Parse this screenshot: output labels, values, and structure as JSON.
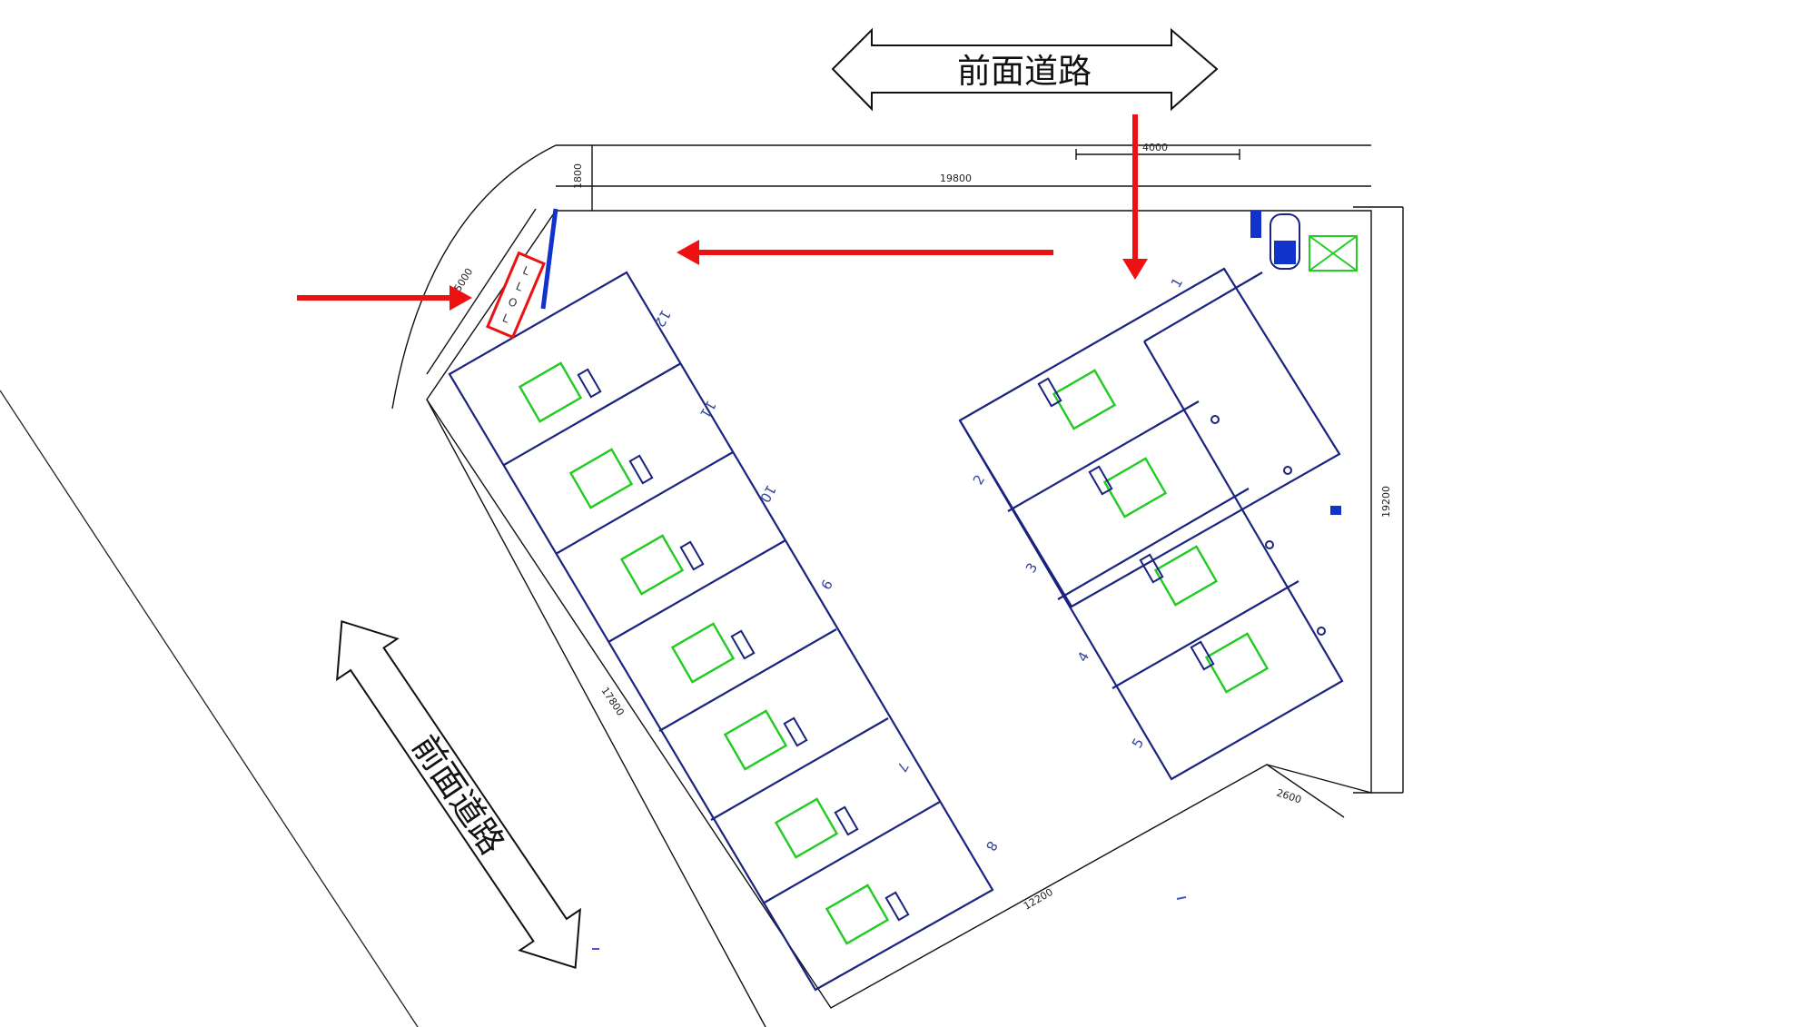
{
  "roads": {
    "top_label": "前面道路",
    "left_label": "前面道路"
  },
  "dimensions": {
    "top_width": "19800",
    "top_offset": "1800",
    "top_entrance": "4000",
    "corner_chamfer": "5000",
    "right_height": "19200",
    "left_side": "17800",
    "bottom_side": "12200",
    "bottom_right": "2600"
  },
  "entrance_sign": "L L O L",
  "space_numbers": {
    "right_row": [
      "1",
      "2",
      "3",
      "4",
      "5"
    ],
    "left_row": [
      "12",
      "11",
      "10",
      "9",
      "7",
      "8"
    ]
  },
  "colors": {
    "outline": "#1a237e",
    "flow_arrow": "#ee1111",
    "vehicle": "#22cc22",
    "equipment": "#1133cc",
    "boundary": "#111111"
  }
}
